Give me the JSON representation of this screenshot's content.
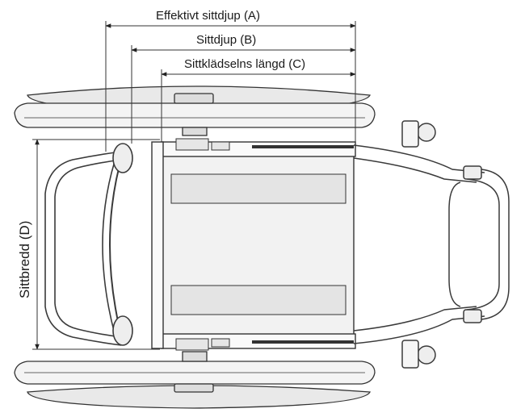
{
  "labels": {
    "a": "Effektivt sittdjup (A)",
    "b": "Sittdjup (B)",
    "c": "Sittklädselns längd (C)",
    "d": "Sittbredd (D)"
  },
  "colors": {
    "line": "#333333",
    "frame": "#3a3a3a",
    "wheel": "#e9e9e9",
    "seat": "#f2f2f2",
    "cushion": "#e4e4e4",
    "background": "#ffffff"
  }
}
